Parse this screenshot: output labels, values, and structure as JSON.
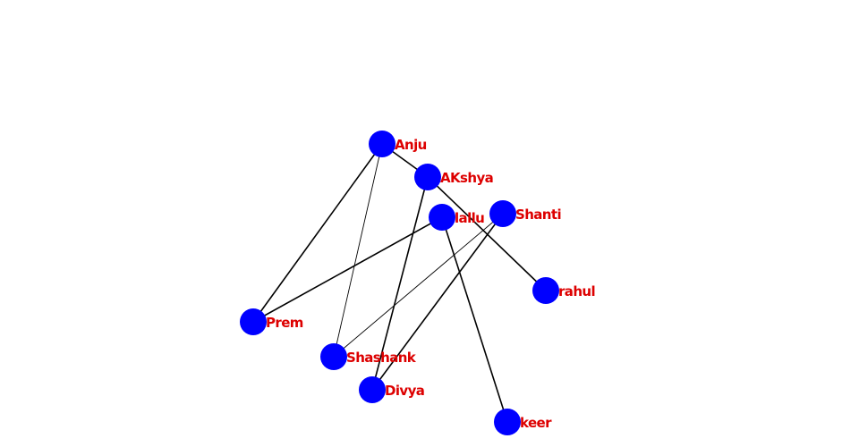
{
  "colors": {
    "node_fill": "#0000ff",
    "label": "#dd0000",
    "edge": "#000000",
    "background": "#ffffff"
  },
  "graph": {
    "nodes": [
      {
        "id": "anju",
        "label": "Anju"
      },
      {
        "id": "akshya",
        "label": "AKshya"
      },
      {
        "id": "lallu",
        "label": "lallu"
      },
      {
        "id": "shanti",
        "label": "Shanti"
      },
      {
        "id": "rahul",
        "label": "rahul"
      },
      {
        "id": "prem",
        "label": "Prem"
      },
      {
        "id": "shashank",
        "label": "Shashank"
      },
      {
        "id": "divya",
        "label": "Divya"
      },
      {
        "id": "keer",
        "label": "keer"
      }
    ],
    "edges": [
      {
        "source": "anju",
        "target": "akshya"
      },
      {
        "source": "akshya",
        "target": "rahul"
      },
      {
        "source": "anju",
        "target": "prem"
      },
      {
        "source": "anju",
        "target": "shashank"
      },
      {
        "source": "akshya",
        "target": "divya"
      },
      {
        "source": "lallu",
        "target": "prem"
      },
      {
        "source": "lallu",
        "target": "keer"
      },
      {
        "source": "shanti",
        "target": "shashank"
      },
      {
        "source": "shanti",
        "target": "divya"
      }
    ]
  }
}
